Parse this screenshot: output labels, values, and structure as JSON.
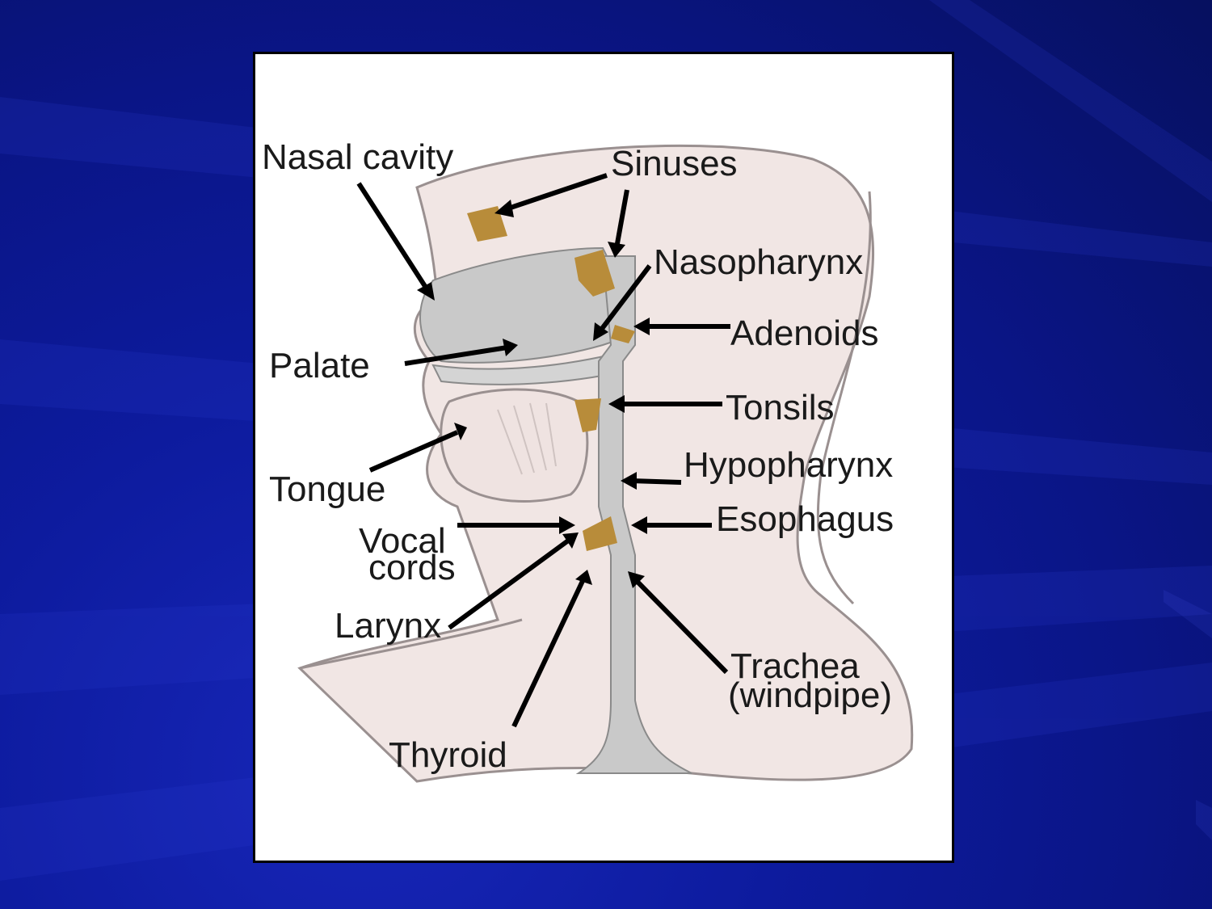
{
  "slide": {
    "accent_color": "#0d1b9e"
  },
  "diagram": {
    "labels": {
      "nasal_cavity": "Nasal cavity",
      "sinuses": "Sinuses",
      "nasopharynx": "Nasopharynx",
      "adenoids": "Adenoids",
      "palate": "Palate",
      "tonsils": "Tonsils",
      "tongue": "Tongue",
      "hypopharynx": "Hypopharynx",
      "esophagus": "Esophagus",
      "vocal_line1": "Vocal",
      "vocal_line2": "cords",
      "larynx": "Larynx",
      "trachea_line1": "Trachea",
      "trachea_line2": "(windpipe)",
      "thyroid": "Thyroid"
    },
    "colors": {
      "skin": "#f1e6e4",
      "outline": "#9a9090",
      "airway": "#c9c9c9",
      "gland": "#b88c3a"
    }
  }
}
